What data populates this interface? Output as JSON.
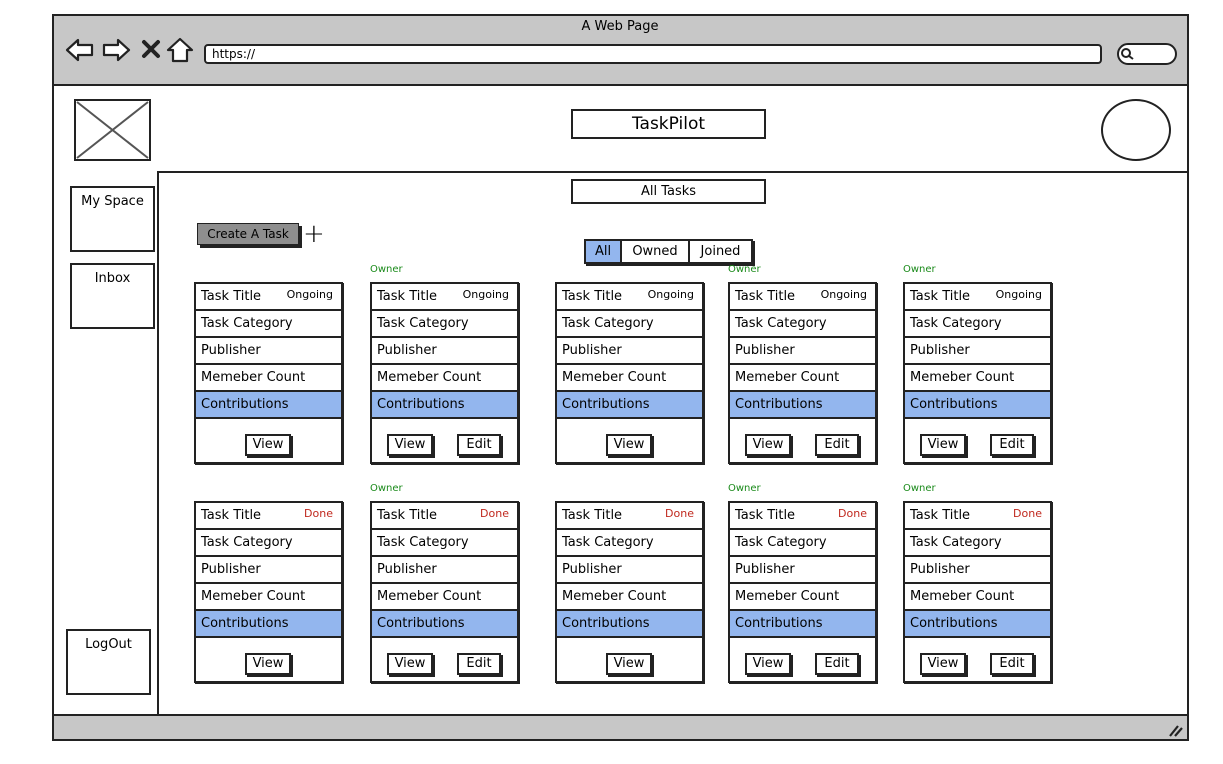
{
  "browser": {
    "window_title": "A Web Page",
    "url": "https://"
  },
  "header": {
    "app_title": "TaskPilot"
  },
  "sidebar": {
    "items": [
      {
        "label": "My Space"
      },
      {
        "label": "Inbox"
      }
    ],
    "logout_label": "LogOut"
  },
  "main": {
    "section_title": "All Tasks",
    "create_label": "Create A Task",
    "filters": [
      {
        "label": "All",
        "active": true
      },
      {
        "label": "Owned",
        "active": false
      },
      {
        "label": "Joined",
        "active": false
      }
    ],
    "owner_label": "Owner",
    "card_fields": {
      "title": "Task Title",
      "category": "Task Category",
      "publisher": "Publisher",
      "member_count": "Memeber Count",
      "contributions": "Contributions"
    },
    "view_label": "View",
    "edit_label": "Edit",
    "rows": [
      {
        "status": "Ongoing",
        "status_kind": "ongoing",
        "owned": [
          false,
          true,
          false,
          true,
          true
        ]
      },
      {
        "status": "Done",
        "status_kind": "done",
        "owned": [
          false,
          true,
          false,
          true,
          true
        ]
      }
    ]
  },
  "colors": {
    "highlight": "#93b6ee",
    "owner": "#1a8a1a",
    "done": "#c0281e",
    "chrome": "#c7c7c7"
  }
}
